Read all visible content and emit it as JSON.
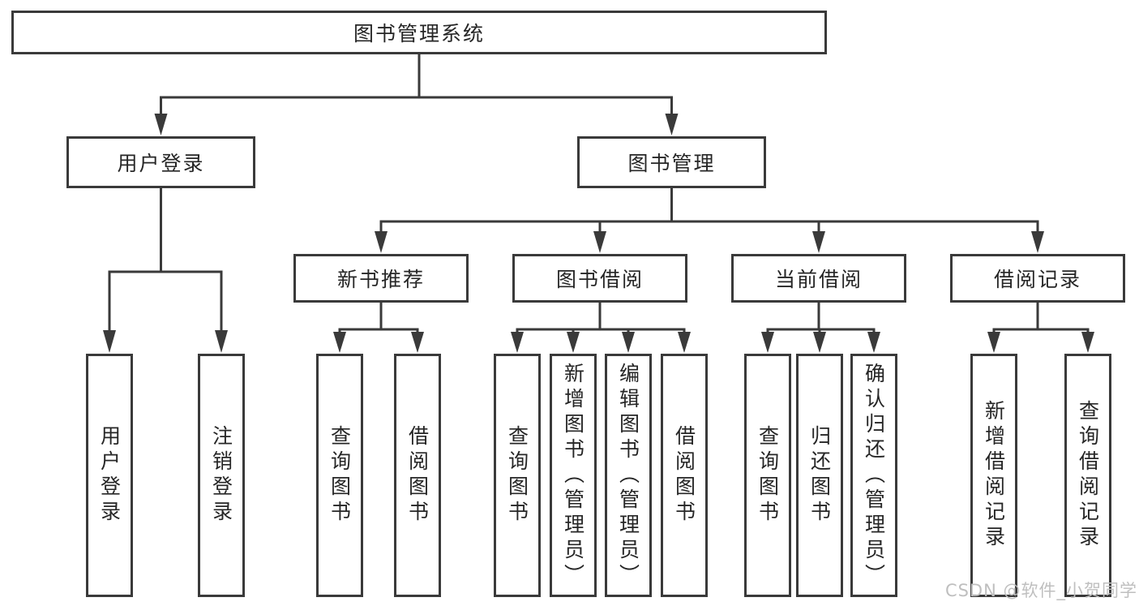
{
  "diagram": {
    "root_label": "图书管理系统",
    "level2": [
      {
        "label": "用户登录",
        "leaves": [
          "用户登录",
          "注销登录"
        ]
      },
      {
        "label": "图书管理",
        "level3": [
          {
            "label": "新书推荐",
            "leaves": [
              "查询图书",
              "借阅图书"
            ]
          },
          {
            "label": "图书借阅",
            "leaves": [
              "查询图书",
              "新增图书（管理员）",
              "编辑图书（管理员）",
              "借阅图书"
            ]
          },
          {
            "label": "当前借阅",
            "leaves": [
              "查询图书",
              "归还图书",
              "确认归还（管理员）"
            ]
          },
          {
            "label": "借阅记录",
            "leaves": [
              "新增借阅记录",
              "查询借阅记录"
            ]
          }
        ]
      }
    ],
    "colors": {
      "line": "#3a3a3a",
      "box_border": "#3a3a3a",
      "box_fill": "#ffffff",
      "text": "#262626",
      "background": "#ffffff"
    }
  },
  "watermark": {
    "text": "CSDN @软件_小贺同学",
    "color": "#bfbfbf"
  }
}
